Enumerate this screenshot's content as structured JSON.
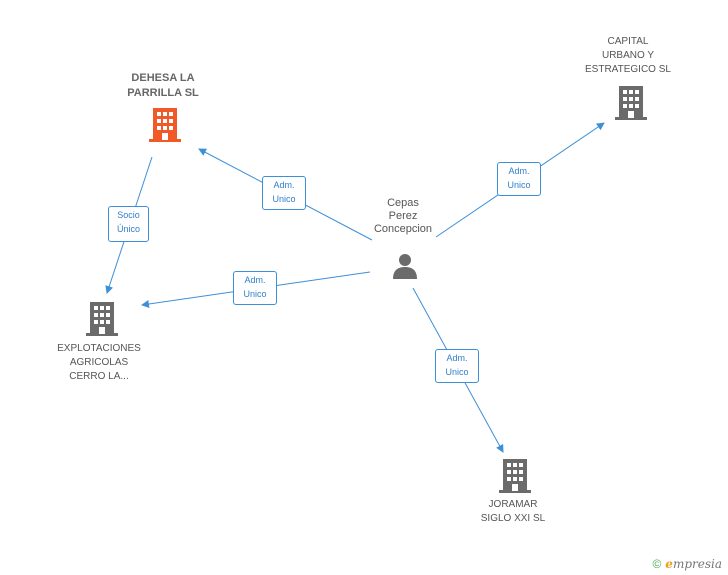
{
  "nodes": {
    "center": {
      "label": "Cepas\nPerez\nConcepcion",
      "icon": "person-icon"
    },
    "dehesa": {
      "label": "DEHESA LA\nPARRILLA SL",
      "icon": "building-icon",
      "color": "#f05a28"
    },
    "capital": {
      "label": "CAPITAL\nURBANO Y\nESTRATEGICO SL",
      "icon": "building-icon",
      "color": "#6b6b6b"
    },
    "explotaciones": {
      "label": "EXPLOTACIONES\nAGRICOLAS\nCERRO LA...",
      "icon": "building-icon",
      "color": "#6b6b6b"
    },
    "joramar": {
      "label": "JORAMAR\nSIGLO XXI SL",
      "icon": "building-icon",
      "color": "#6b6b6b"
    }
  },
  "edges": {
    "center_dehesa": "Adm.\nUnico",
    "center_capital": "Adm.\nUnico",
    "center_explotaciones": "Adm.\nUnico",
    "center_joramar": "Adm.\nUnico",
    "dehesa_explotaciones": "Socio\nÚnico"
  },
  "colors": {
    "edge": "#3d8fd9",
    "accent": "#f05a28"
  },
  "footer": {
    "copyright": "©",
    "brand_initial": "e",
    "brand_rest": "mpresia"
  }
}
